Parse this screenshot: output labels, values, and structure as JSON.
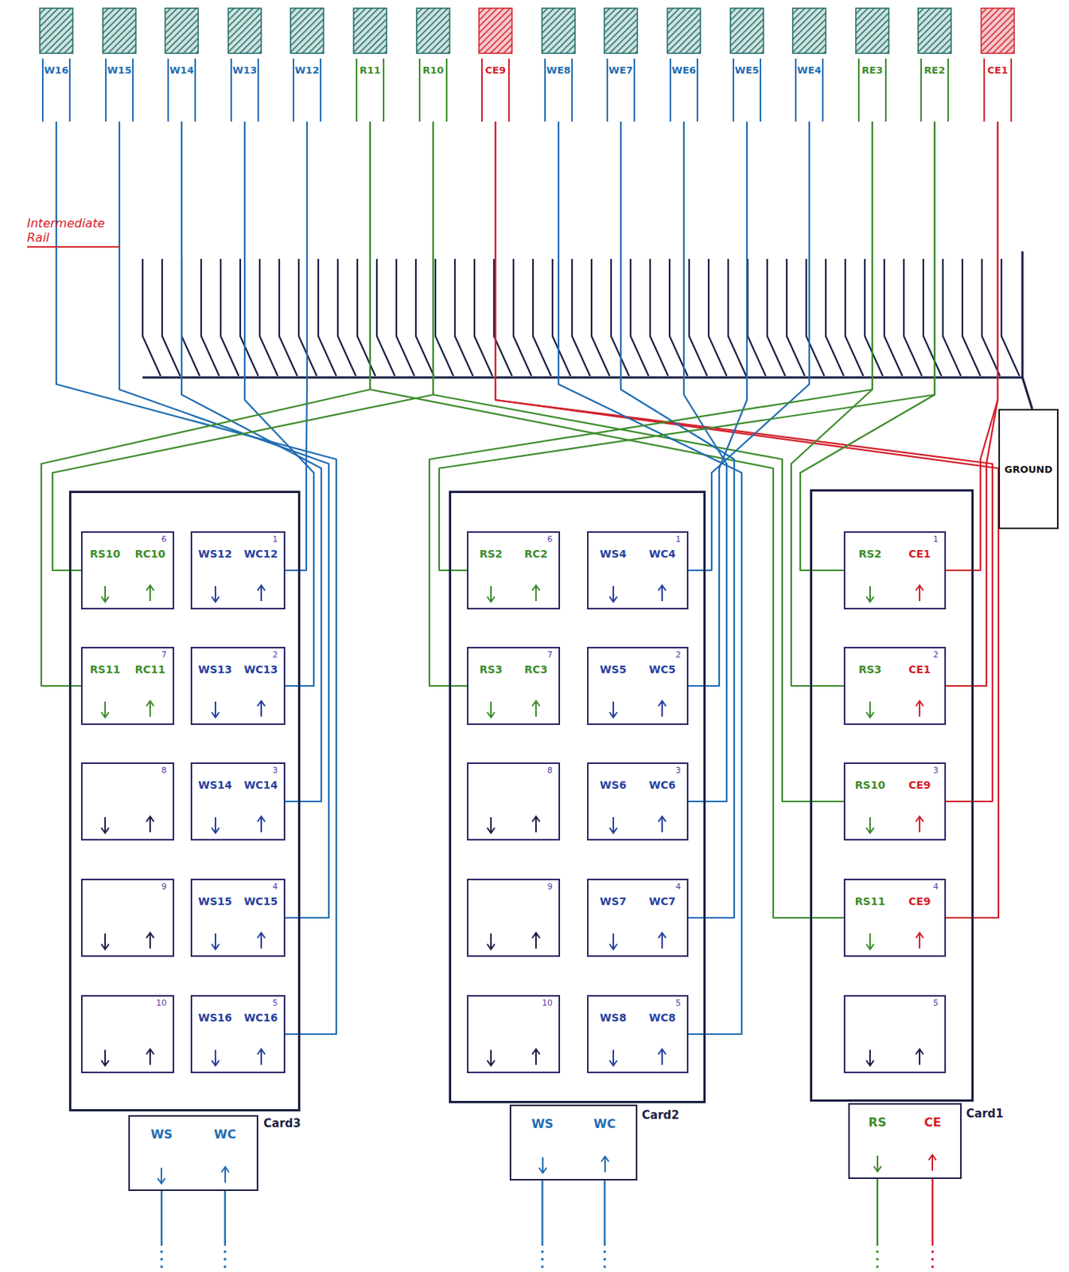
{
  "diagram": {
    "nodes": [
      {
        "text": [
          "W16"
        ]
      },
      {
        "text": [
          "W15"
        ]
      },
      {
        "text": [
          "W14"
        ]
      },
      {
        "text": [
          "W13"
        ]
      },
      {
        "text": [
          "W12"
        ]
      },
      {
        "text": [
          "R11"
        ]
      },
      {
        "text": [
          "R10"
        ]
      },
      {
        "text": [
          "CE9"
        ]
      },
      {
        "text": [
          "WE8"
        ]
      },
      {
        "text": [
          "WE7"
        ]
      },
      {
        "text": [
          "WE6"
        ]
      },
      {
        "text": [
          "WE5"
        ]
      },
      {
        "text": [
          "WE4"
        ]
      },
      {
        "text": [
          "RE3"
        ]
      },
      {
        "text": [
          "RE2"
        ]
      },
      {
        "text": [
          "CE1"
        ]
      },
      {
        "text": [
          "GROUND"
        ]
      },
      {
        "text": [
          "Card3"
        ]
      },
      {
        "text": [
          "1",
          "WC12",
          "WS12"
        ],
        "in": 17
      },
      {
        "text": [
          "2",
          "WC13",
          "WS13"
        ],
        "in": 17
      },
      {
        "text": [
          "3",
          "WC14",
          "WS14"
        ],
        "in": 17
      },
      {
        "text": [
          "4",
          "WC15",
          "WS15"
        ],
        "in": 17
      },
      {
        "text": [
          "5",
          "WC16",
          "WS16"
        ],
        "in": 17
      },
      {
        "text": [
          "6",
          "RC10",
          "RS10"
        ],
        "in": 17
      },
      {
        "text": [
          "7",
          "RC11",
          "RS11"
        ],
        "in": 17
      },
      {
        "text": [
          "8"
        ],
        "in": 17
      },
      {
        "text": [
          "9"
        ],
        "in": 17
      },
      {
        "text": [
          "10"
        ],
        "in": 17
      },
      {
        "text": [
          "WS",
          "WC"
        ]
      },
      {
        "text": [
          "Card2"
        ]
      },
      {
        "text": [
          "1",
          "WC4",
          "WS4"
        ],
        "in": 29
      },
      {
        "text": [
          "2",
          "WC5",
          "WS5"
        ],
        "in": 29
      },
      {
        "text": [
          "3",
          "WC6",
          "WS6"
        ],
        "in": 29
      },
      {
        "text": [
          "4",
          "WC7",
          "WS7"
        ],
        "in": 29
      },
      {
        "text": [
          "5",
          "WC8",
          "WS8"
        ],
        "in": 29
      },
      {
        "text": [
          "6",
          "RC2",
          "RS2"
        ],
        "in": 29
      },
      {
        "text": [
          "7",
          "RC3",
          "RS3"
        ],
        "in": 29
      },
      {
        "text": [
          "8"
        ],
        "in": 29
      },
      {
        "text": [
          "9"
        ],
        "in": 29
      },
      {
        "text": [
          "10"
        ],
        "in": 29
      },
      {
        "text": [
          "WS",
          "WC"
        ]
      },
      {
        "text": [
          "Card1"
        ]
      },
      {
        "text": [
          "1",
          "CE1",
          "RS2"
        ],
        "in": 41
      },
      {
        "text": [
          "2",
          "CE1",
          "RS3"
        ],
        "in": 41
      },
      {
        "text": [
          "3",
          "CE9",
          "RS10"
        ],
        "in": 41
      },
      {
        "text": [
          "4",
          "CE9",
          "RS11"
        ],
        "in": 41
      },
      {
        "text": [
          "5"
        ],
        "in": 41
      },
      {
        "text": [
          "RS",
          "CE"
        ]
      }
    ],
    "edges": [
      {
        "from": 0,
        "to": 22,
        "arrow": "none"
      },
      {
        "from": 1,
        "to": 21,
        "arrow": "none"
      },
      {
        "from": 2,
        "to": 20,
        "arrow": "none"
      },
      {
        "from": 3,
        "to": 19,
        "arrow": "none"
      },
      {
        "from": 4,
        "to": 18,
        "arrow": "none"
      },
      {
        "from": 5,
        "to": 24,
        "arrow": "none"
      },
      {
        "from": 5,
        "to": 45,
        "arrow": "none"
      },
      {
        "from": 6,
        "to": 23,
        "arrow": "none"
      },
      {
        "from": 6,
        "to": 44,
        "arrow": "none"
      },
      {
        "from": 7,
        "to": 44,
        "arrow": "none"
      },
      {
        "from": 7,
        "to": 45,
        "arrow": "none"
      },
      {
        "from": 8,
        "to": 34,
        "arrow": "none"
      },
      {
        "from": 9,
        "to": 33,
        "arrow": "none"
      },
      {
        "from": 10,
        "to": 32,
        "arrow": "none"
      },
      {
        "from": 11,
        "to": 31,
        "arrow": "none"
      },
      {
        "from": 12,
        "to": 30,
        "arrow": "none"
      },
      {
        "from": 13,
        "to": 36,
        "arrow": "none"
      },
      {
        "from": 13,
        "to": 43,
        "arrow": "none"
      },
      {
        "from": 14,
        "to": 35,
        "arrow": "none"
      },
      {
        "from": 14,
        "to": 42,
        "arrow": "none"
      },
      {
        "from": 15,
        "to": 42,
        "arrow": "none"
      },
      {
        "from": 15,
        "to": 43,
        "arrow": "none"
      }
    ],
    "labels": [
      "Intermediate Rail"
    ]
  }
}
